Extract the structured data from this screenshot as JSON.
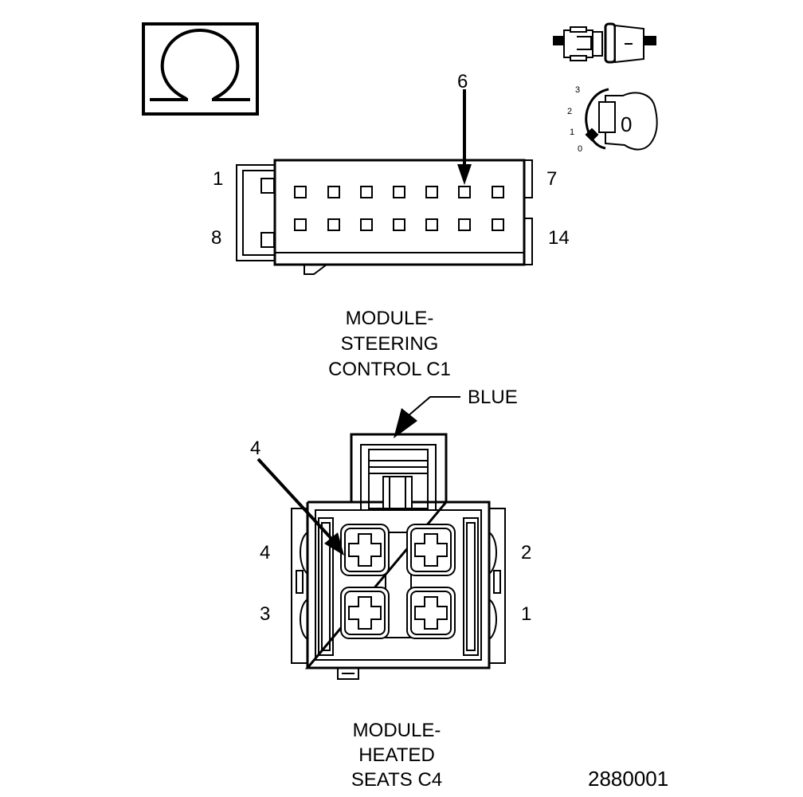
{
  "icons": {
    "ohmmeter": "ohmmeter-icon",
    "connector_disconnect": "connector-disconnect-icon",
    "ignition_switch": "ignition-switch-icon"
  },
  "ignition": {
    "positions": [
      "3",
      "2",
      "1",
      "0"
    ],
    "key_label": "0"
  },
  "c1": {
    "probe_pin": "6",
    "pin_labels": {
      "top_left": "1",
      "top_right": "7",
      "bottom_left": "8",
      "bottom_right": "14"
    },
    "title_lines": [
      "MODULE-",
      "STEERING",
      "CONTROL C1"
    ]
  },
  "c4": {
    "color_label": "BLUE",
    "probe_pin": "4",
    "pin_labels": {
      "upper_left": "4",
      "upper_right": "2",
      "lower_left": "3",
      "lower_right": "1"
    },
    "title_lines": [
      "MODULE-",
      "HEATED",
      "SEATS C4"
    ]
  },
  "figure_id": "2880001"
}
